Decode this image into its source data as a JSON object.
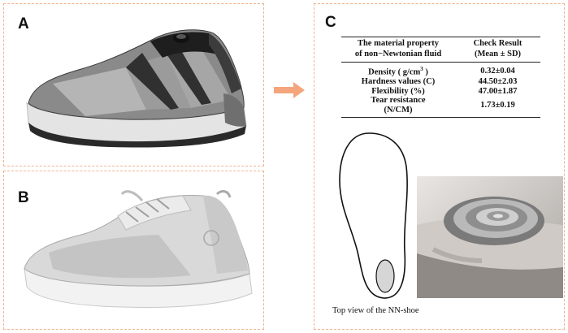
{
  "panels": {
    "a": {
      "letter": "A"
    },
    "b": {
      "letter": "B"
    },
    "c": {
      "letter": "C"
    }
  },
  "table": {
    "header_property_line1": "The material property",
    "header_property_line2": "of non−Newtonian fluid",
    "header_result_line1": "Check Result",
    "header_result_line2": "(Mean ± SD)",
    "rows": [
      {
        "property": "Density ( g/cm",
        "property_sup": "3",
        "property_tail": " )",
        "result": "0.32±0.04"
      },
      {
        "property": "Hardness values (C)",
        "result": "44.50±2.03"
      },
      {
        "property": "Flexibility (%)",
        "result": "47.00±1.87"
      },
      {
        "property": "Tear resistance",
        "property_line2": "(N/CM)",
        "result": "1.73±0.19"
      }
    ]
  },
  "insole_caption": "Top view of the NN-shoe",
  "colors": {
    "panel_border": "#f1b48e",
    "arrow": "#f4a57c"
  }
}
